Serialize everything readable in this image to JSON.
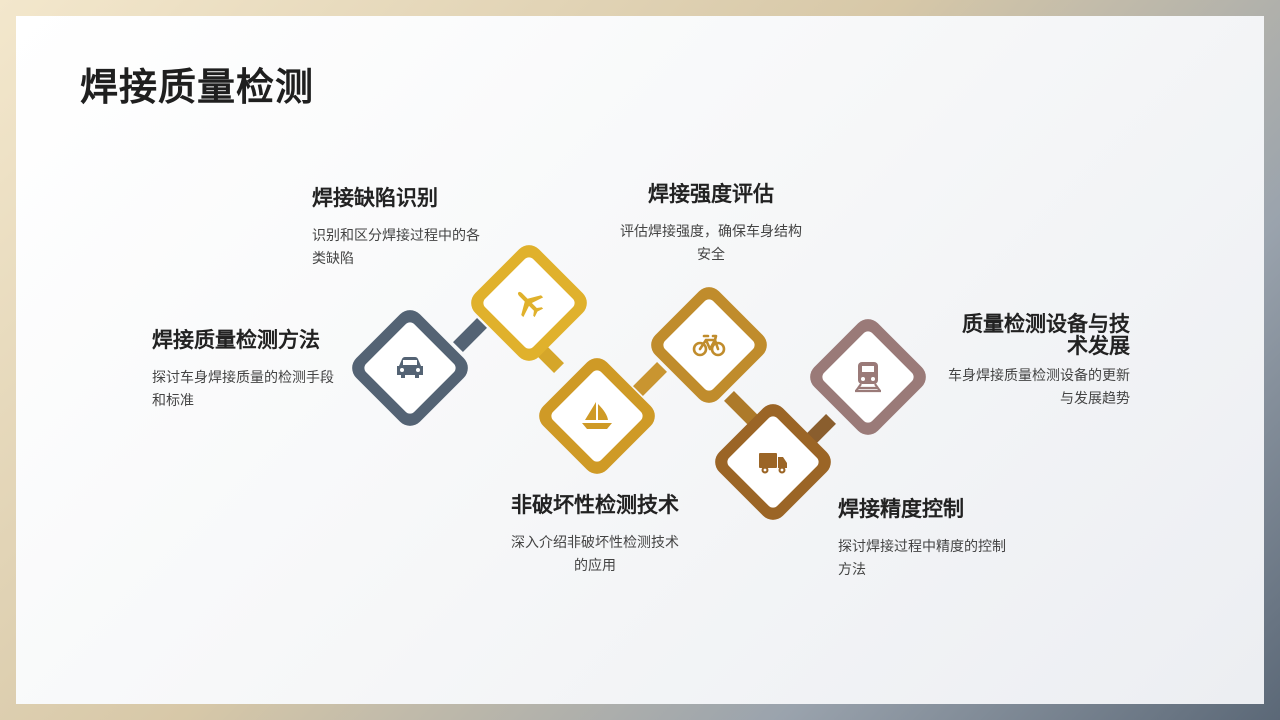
{
  "title": "焊接质量检测",
  "items": [
    {
      "heading": "焊接质量检测方法",
      "desc": "探讨车身焊接质量的检测手段和标准",
      "icon": "car-icon",
      "color": "#546374"
    },
    {
      "heading": "焊接缺陷识别",
      "desc": "识别和区分焊接过程中的各类缺陷",
      "icon": "airplane-icon",
      "color": "#e0b12c"
    },
    {
      "heading": "非破坏性检测技术",
      "desc": "深入介绍非破坏性检测技术的应用",
      "icon": "sailboat-icon",
      "color": "#cf9a26"
    },
    {
      "heading": "焊接强度评估",
      "desc": "评估焊接强度，确保车身结构安全",
      "icon": "bicycle-icon",
      "color": "#c08c2c"
    },
    {
      "heading": "焊接精度控制",
      "desc": "探讨焊接过程中精度的控制方法",
      "icon": "truck-icon",
      "color": "#9b6526"
    },
    {
      "heading": "质量检测设备与技术发展",
      "desc": "车身焊接质量检测设备的更新与发展趋势",
      "icon": "train-icon",
      "color": "#9a7a78"
    }
  ]
}
